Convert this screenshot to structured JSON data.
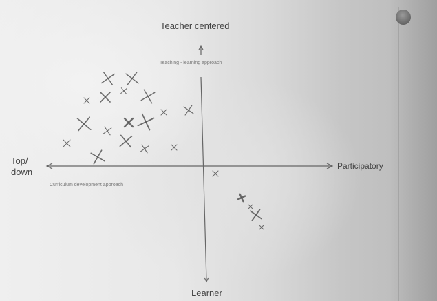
{
  "axes": {
    "top": "Teacher centered",
    "bottom": "Learner",
    "right": "Participatory",
    "left": "Top/ down"
  },
  "annotations": {
    "upper_axis_note": "Teaching - learning approach",
    "left_axis_note": "Curriculum development approach"
  },
  "marks": {
    "stroke_color": "#555555",
    "paper_color": "#efefef"
  }
}
